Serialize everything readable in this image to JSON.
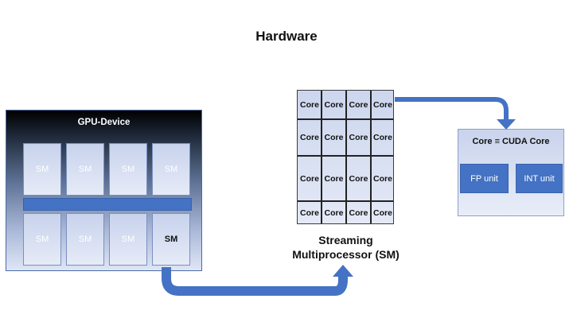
{
  "title": "Hardware",
  "gpu": {
    "label": "GPU-Device",
    "sm_top": [
      "SM",
      "SM",
      "SM",
      "SM"
    ],
    "sm_bottom": [
      "SM",
      "SM",
      "SM",
      "SM"
    ]
  },
  "streaming_multiprocessor": {
    "core_label": "Core",
    "caption_line1": "Streaming",
    "caption_line2": "Multiprocessor (SM)"
  },
  "cuda_core": {
    "label": "Core ≡ CUDA Core",
    "fp_unit": "FP unit",
    "int_unit": "INT unit"
  },
  "colors": {
    "accent_blue": "#4472c4",
    "gpu_top": "#000000",
    "box_fill": "#dfe6f5"
  }
}
